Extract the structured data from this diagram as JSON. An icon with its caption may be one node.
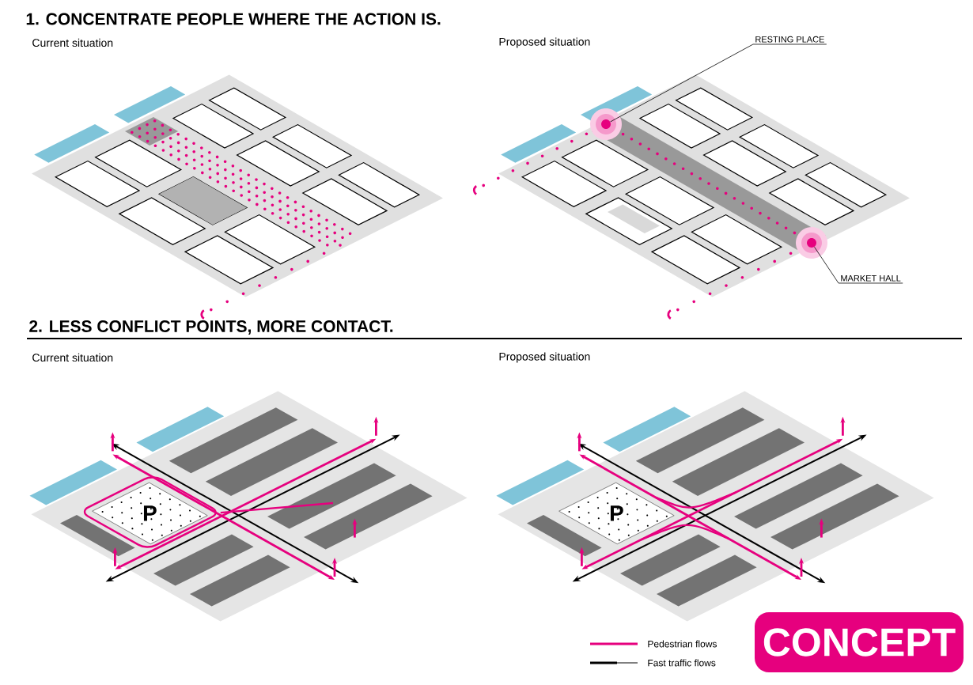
{
  "diagram": {
    "nodes": [
      {
        "text": [
          "RESTING PLACE"
        ]
      },
      {
        "text": [],
        "shape": "circle"
      },
      {
        "text": [
          "MARKET HALL"
        ]
      },
      {
        "text": [],
        "shape": "circle"
      }
    ],
    "edges": [
      {
        "from": 0,
        "to": 1,
        "arrow": "none"
      },
      {
        "from": 2,
        "to": 3,
        "arrow": "none"
      }
    ],
    "labels": [
      "1. CONCENTRATE PEOPLE WHERE THE ACTION IS.",
      "Current situation",
      "Proposed situation",
      "2. LESS CONFLICT POINTS, MORE CONTACT.",
      "Current situation",
      "Proposed situation",
      "P",
      "P",
      "CONCEPT"
    ],
    "legend": [
      {
        "text": "Pedestrian flows"
      },
      {
        "text": "Fast traffic flows"
      }
    ]
  }
}
